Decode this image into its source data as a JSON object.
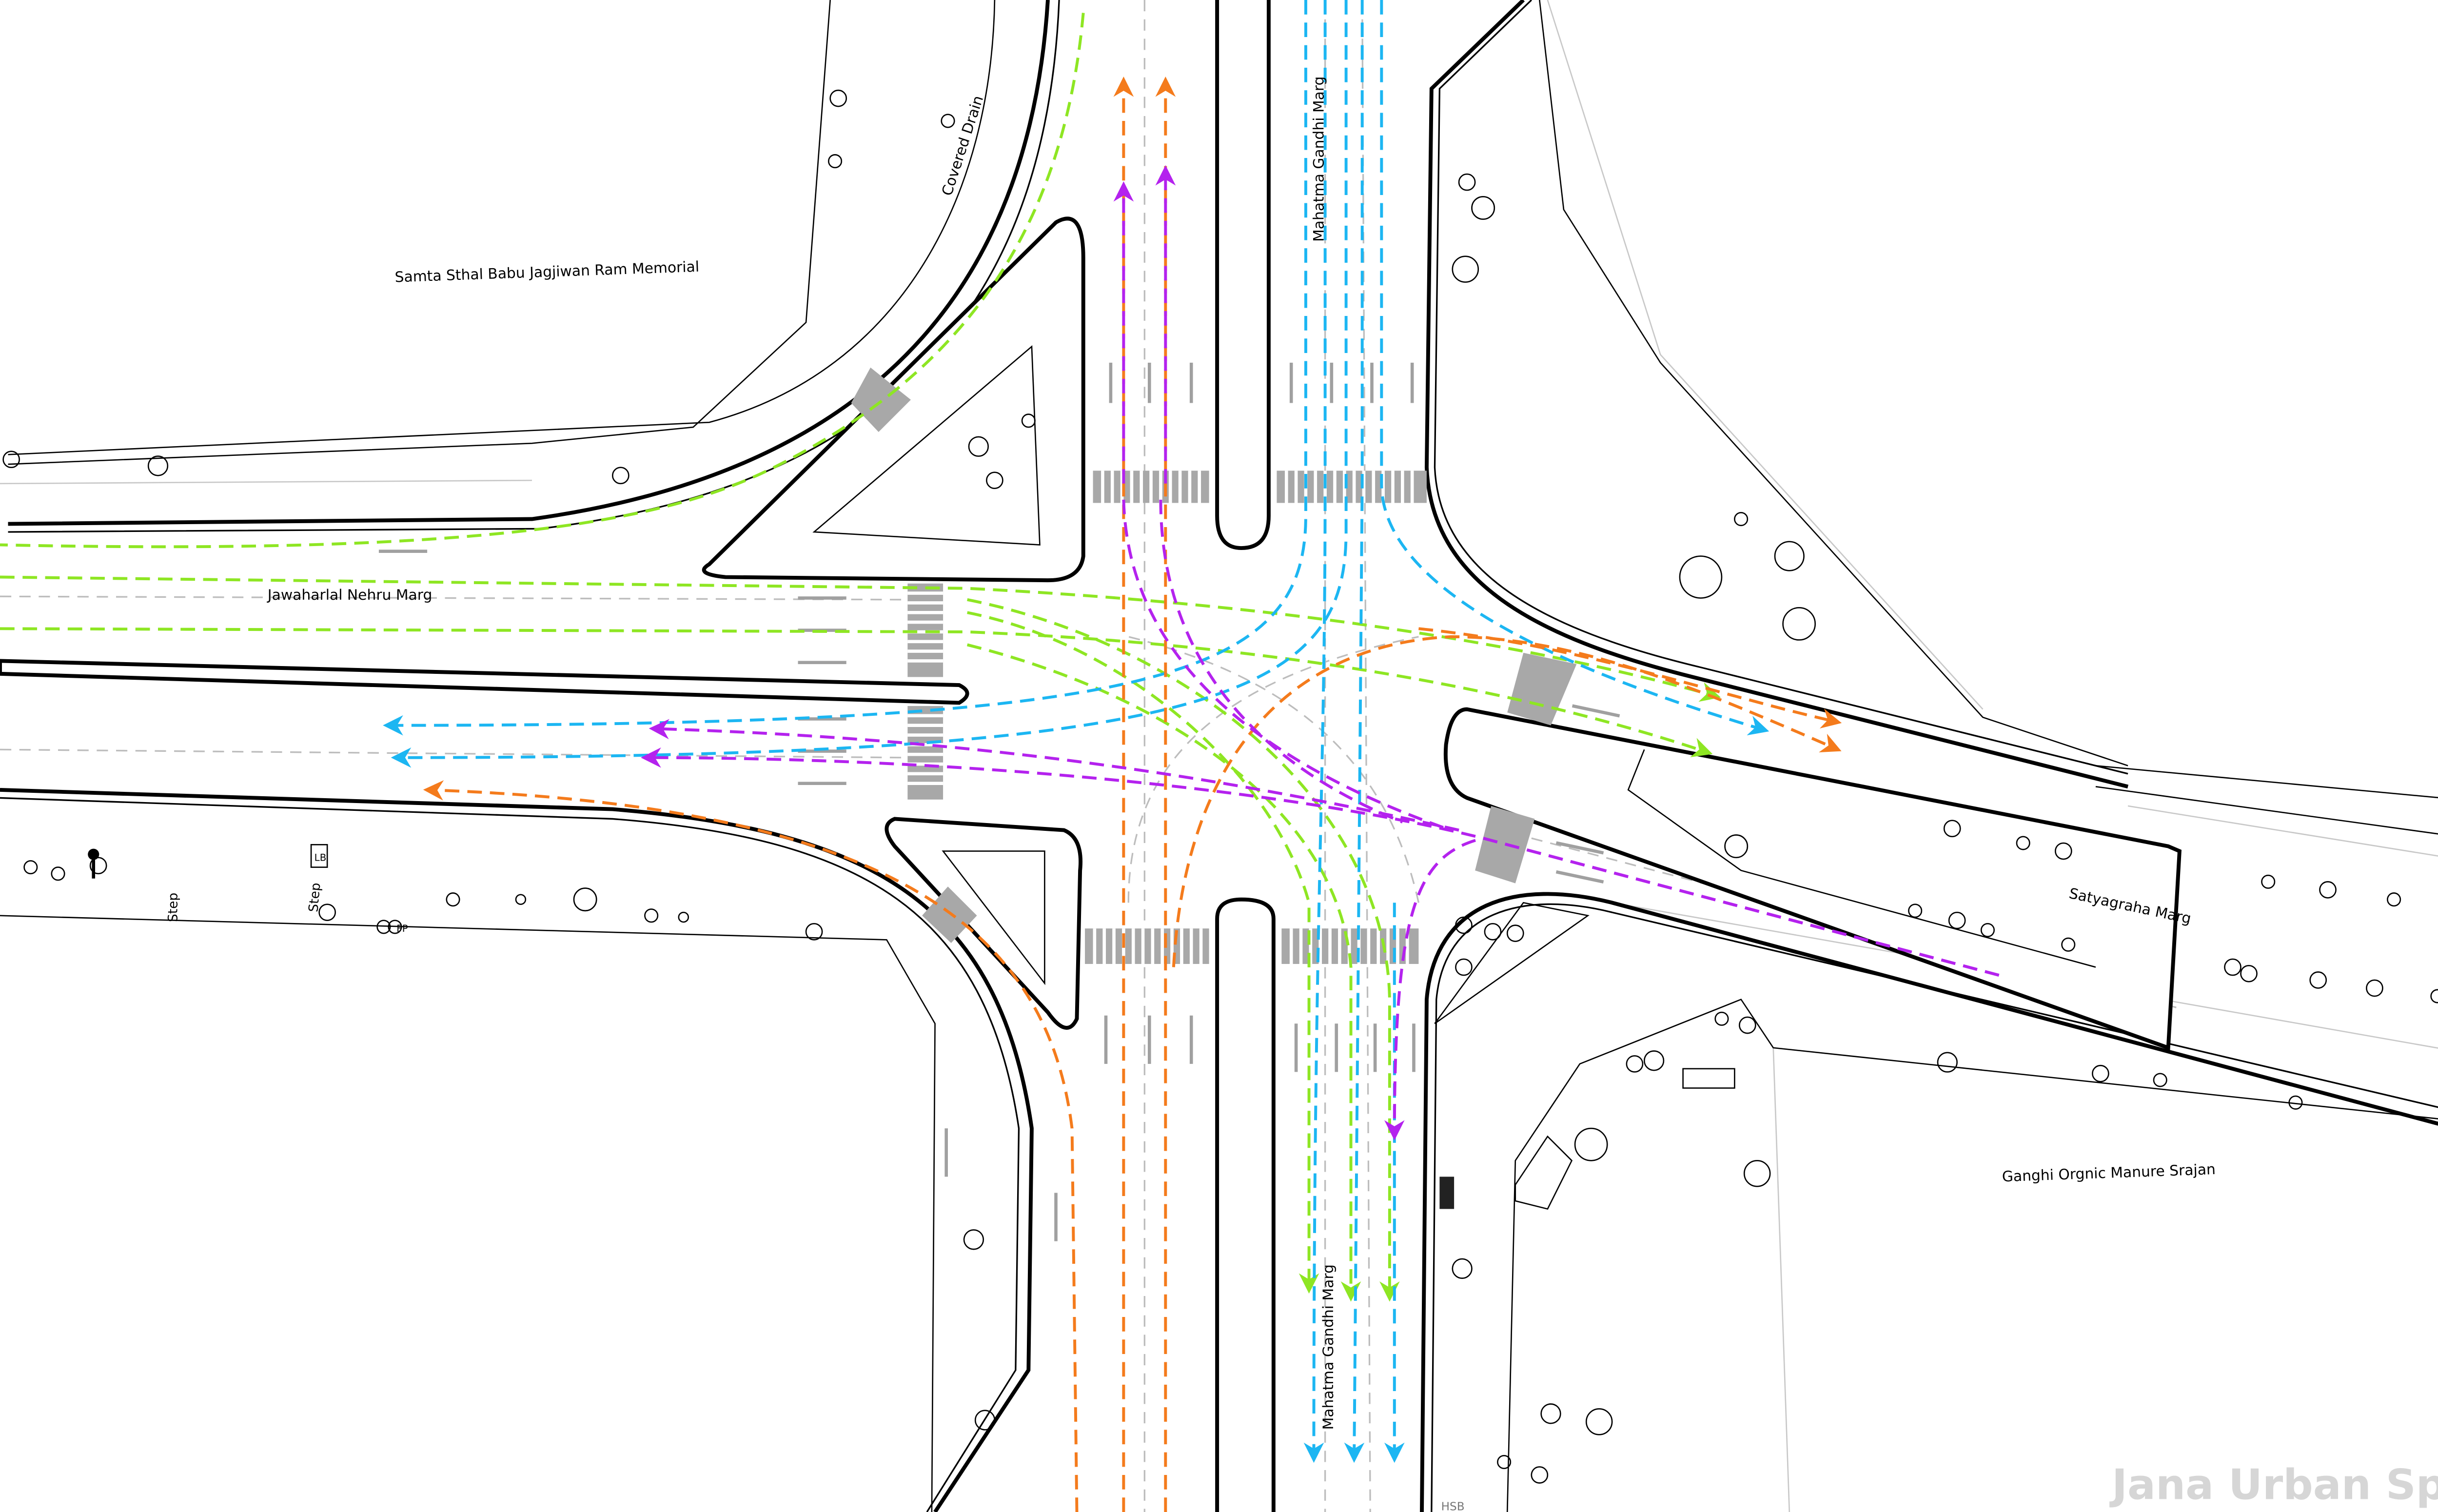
{
  "labels": {
    "memorial": "Samta Sthal Babu Jagjiwan Ram Memorial",
    "covered_drain": "Covered Drain",
    "mg_marg_north": "Mahatma Gandhi Marg",
    "mg_marg_south": "Mahatma Gandhi Marg",
    "jn_marg": "Jawaharlal Nehru Marg",
    "satyagraha_marg": "Satyagraha Marg",
    "manure": "Ganghi Orgnic Manure Srajan",
    "step_1": "Step",
    "step_2": "Step",
    "lb": "LB",
    "fp": "FP",
    "hsb": "HSB"
  },
  "watermark": "Jana Urban Space",
  "flow_colors": {
    "orange": "#f47b1c",
    "purple": "#b422ee",
    "cyan": "#1cb6f2",
    "green": "#8ee623"
  }
}
